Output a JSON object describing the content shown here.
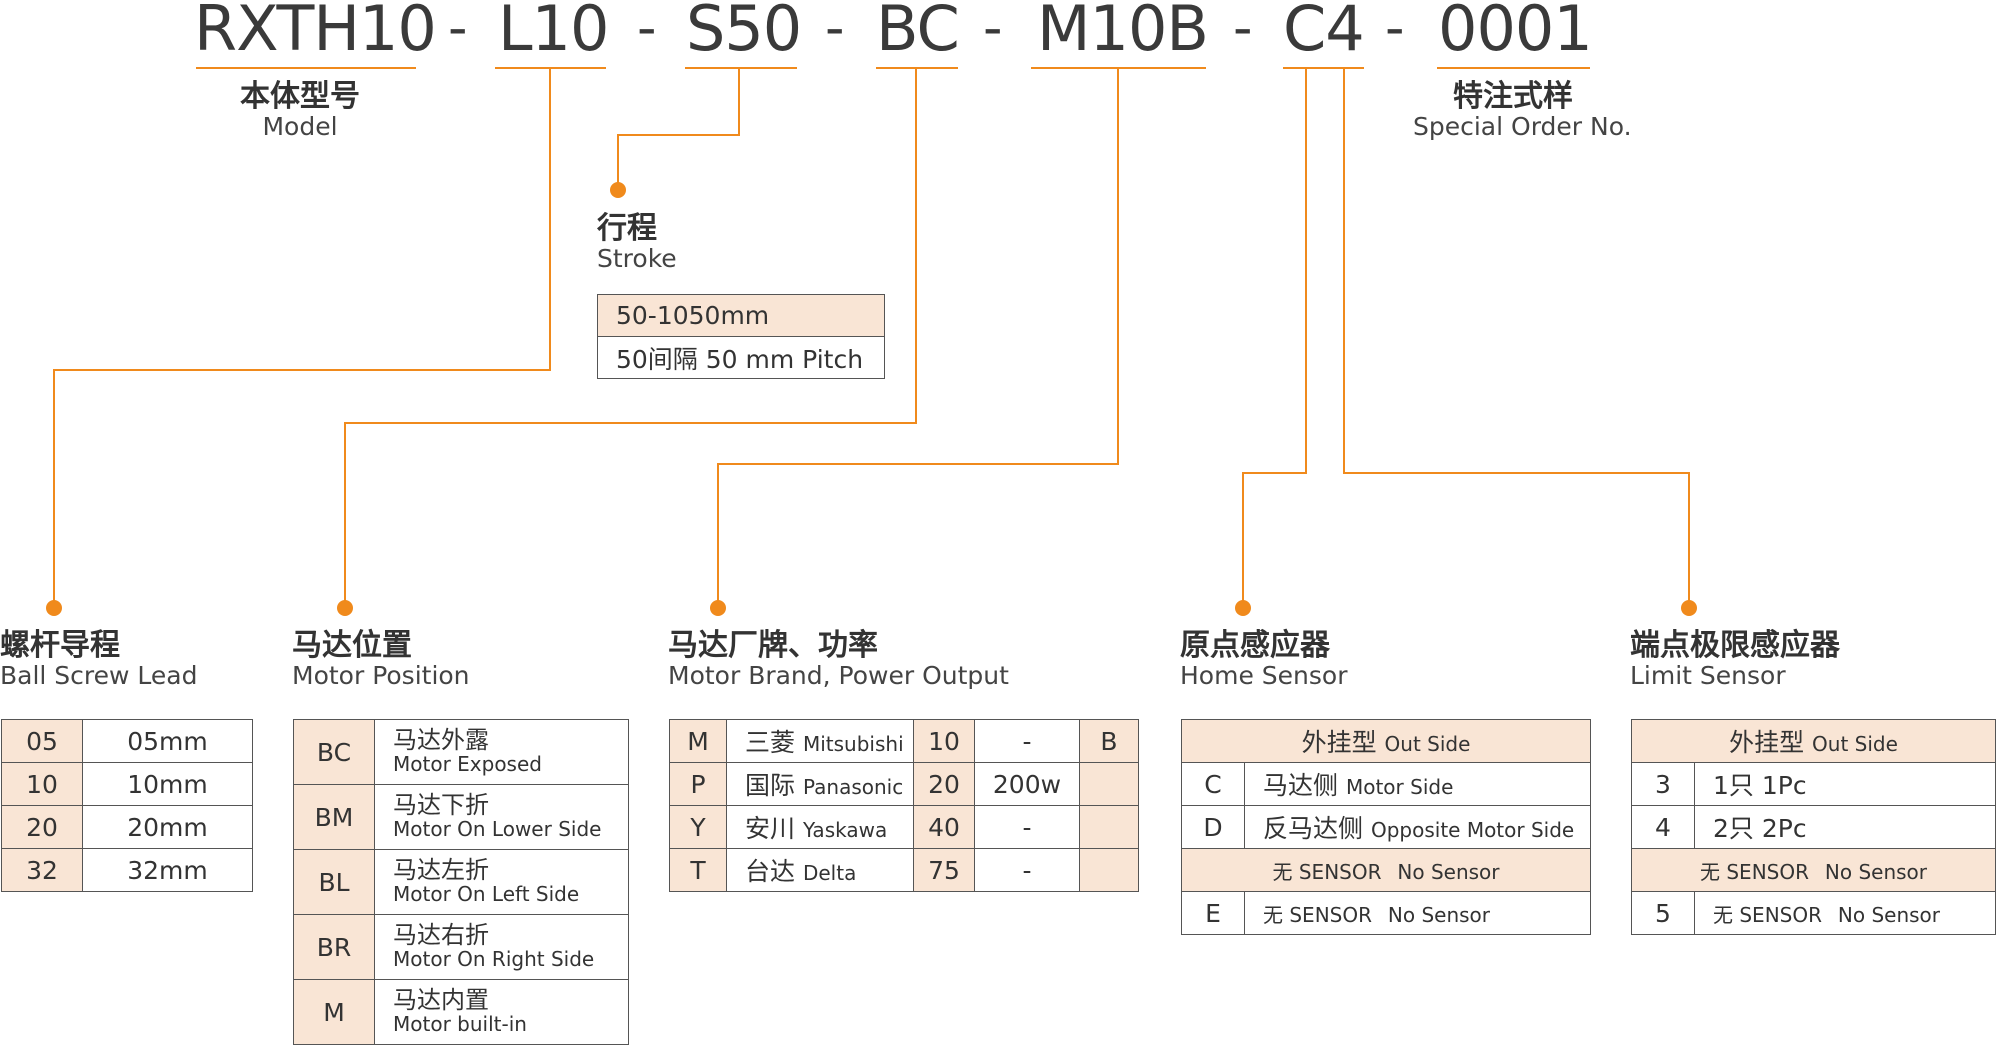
{
  "model_code": {
    "segments": [
      "RXTH10",
      "L10",
      "S50",
      "BC",
      "M10B",
      "C4",
      "0001"
    ],
    "separator": "-"
  },
  "colors": {
    "accent": "#f08a1c",
    "highlight": "#f9e5d5",
    "border": "#555555"
  },
  "model": {
    "cn": "本体型号",
    "en": "Model"
  },
  "special": {
    "cn": "特注式样",
    "en": "Special Order No."
  },
  "stroke": {
    "cn": "行程",
    "en": "Stroke",
    "rows": [
      "50-1050mm",
      "50间隔 50 mm Pitch"
    ]
  },
  "lead": {
    "cn": "螺杆导程",
    "en": "Ball Screw Lead",
    "rows": [
      {
        "code": "05",
        "value": "05mm"
      },
      {
        "code": "10",
        "value": "10mm"
      },
      {
        "code": "20",
        "value": "20mm"
      },
      {
        "code": "32",
        "value": "32mm"
      }
    ]
  },
  "position": {
    "cn": "马达位置",
    "en": "Motor Position",
    "rows": [
      {
        "code": "BC",
        "cn": "马达外露",
        "en": "Motor Exposed"
      },
      {
        "code": "BM",
        "cn": "马达下折",
        "en": "Motor On Lower Side"
      },
      {
        "code": "BL",
        "cn": "马达左折",
        "en": "Motor On Left Side"
      },
      {
        "code": "BR",
        "cn": "马达右折",
        "en": "Motor On Right Side"
      },
      {
        "code": "M",
        "cn": "马达内置",
        "en": "Motor built-in"
      }
    ]
  },
  "brand": {
    "cn": "马达厂牌、功率",
    "en": "Motor Brand, Power Output",
    "rows": [
      {
        "code": "M",
        "cn": "三菱",
        "en": "Mitsubishi",
        "p": "10",
        "w": "-",
        "b": "B"
      },
      {
        "code": "P",
        "cn": "国际",
        "en": "Panasonic",
        "p": "20",
        "w": "200w",
        "b": ""
      },
      {
        "code": "Y",
        "cn": "安川",
        "en": "Yaskawa",
        "p": "40",
        "w": "-",
        "b": ""
      },
      {
        "code": "T",
        "cn": "台达",
        "en": "Delta",
        "p": "75",
        "w": "-",
        "b": ""
      }
    ]
  },
  "home": {
    "cn": "原点感应器",
    "en": "Home Sensor",
    "header_cn": "外挂型",
    "header_en": "Out Side",
    "rows": [
      {
        "code": "C",
        "cn": "马达侧",
        "en": "Motor Side"
      },
      {
        "code": "D",
        "cn": "反马达侧",
        "en": "Opposite Motor Side"
      }
    ],
    "none_header_cn": "无 SENSOR",
    "none_header_en": "No Sensor",
    "none_row": {
      "code": "E",
      "cn": "无 SENSOR",
      "en": "No Sensor"
    }
  },
  "limit": {
    "cn": "端点极限感应器",
    "en": "Limit Sensor",
    "header_cn": "外挂型",
    "header_en": "Out Side",
    "rows": [
      {
        "code": "3",
        "cn": "1只",
        "en": "1Pc"
      },
      {
        "code": "4",
        "cn": "2只",
        "en": "2Pc"
      }
    ],
    "none_header_cn": "无 SENSOR",
    "none_header_en": "No Sensor",
    "none_row": {
      "code": "5",
      "cn": "无 SENSOR",
      "en": "No Sensor"
    }
  }
}
